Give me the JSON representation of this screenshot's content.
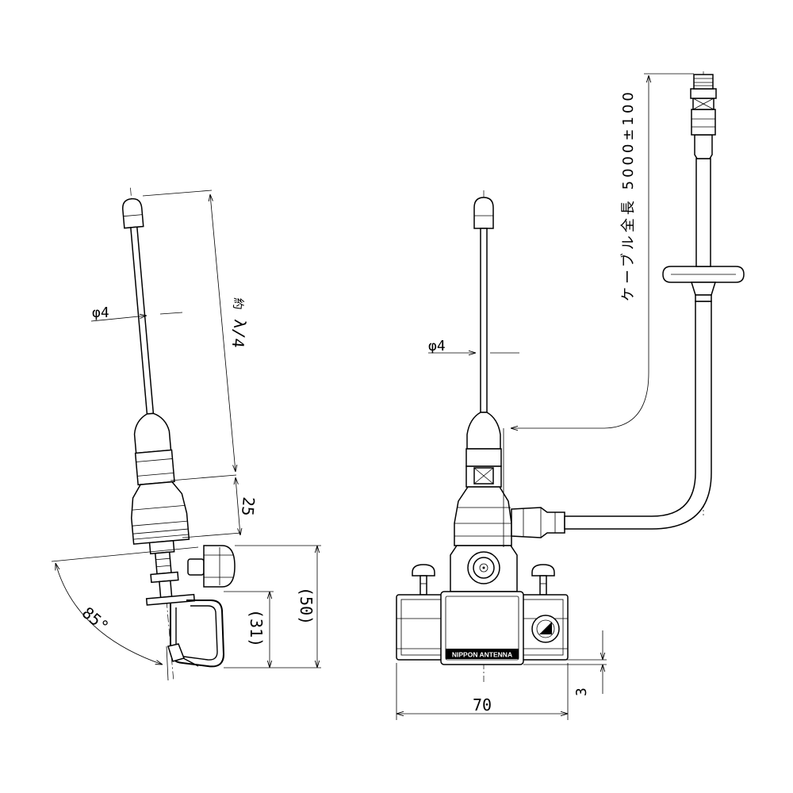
{
  "drawing": {
    "left_view": {
      "diameter_label": "φ4",
      "length_label": "λ/4",
      "length_suffix": "約",
      "dim_25": "25",
      "dim_31": "(31)",
      "dim_50": "(50)",
      "angle_label": "85°"
    },
    "right_view": {
      "diameter_label": "φ4",
      "cable_length_label": "ケーブル全長 5000±100",
      "width_label": "70",
      "thickness_label": "3",
      "brand_label": "NIPPON ANTENNA"
    }
  }
}
